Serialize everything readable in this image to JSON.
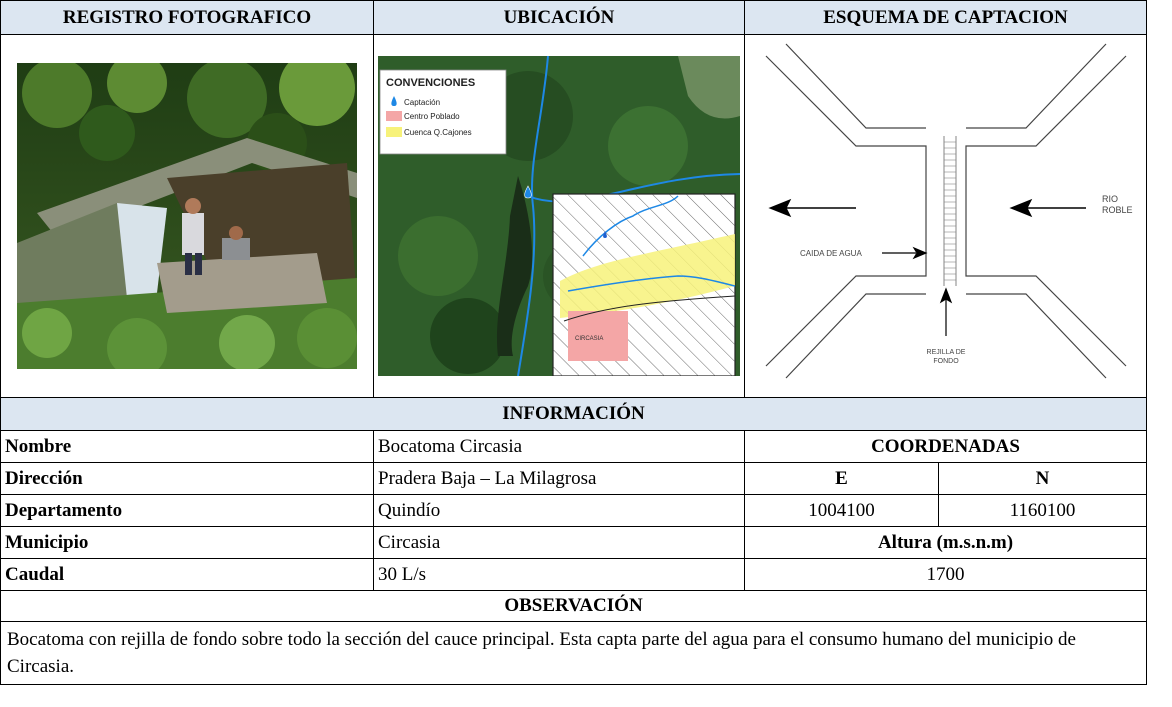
{
  "headers": {
    "photo": "REGISTRO FOTOGRAFICO",
    "location": "UBICACIÓN",
    "scheme": "ESQUEMA DE CAPTACION"
  },
  "map": {
    "legend_title": "CONVENCIONES",
    "legend_items": [
      "Captación",
      "Centro Poblado",
      "Cuenca Q.Cajones"
    ],
    "inset_label": "CIRCASIA",
    "colors": {
      "water": "#1e88e5",
      "town": "#f4a6a6",
      "basin": "#f7f27a",
      "vegetation": "#2f5d2a"
    }
  },
  "scheme": {
    "river_label_1": "RIO",
    "river_label_2": "ROBLE",
    "fall_label": "CAIDA DE AGUA",
    "grate_label_1": "REJILLA DE",
    "grate_label_2": "FONDO"
  },
  "info": {
    "section_title": "INFORMACIÓN",
    "rows": [
      {
        "label": "Nombre",
        "value": "Bocatoma Circasia"
      },
      {
        "label": "Dirección",
        "value": "Pradera Baja – La Milagrosa"
      },
      {
        "label": "Departamento",
        "value": "Quindío"
      },
      {
        "label": "Municipio",
        "value": "Circasia"
      },
      {
        "label": "Caudal",
        "value": "30 L/s"
      }
    ],
    "coords_title": "COORDENADAS",
    "coord_e_label": "E",
    "coord_n_label": "N",
    "coord_e_value": "1004100",
    "coord_n_value": "1160100",
    "altitude_title": "Altura (m.s.n.m)",
    "altitude_value": "1700"
  },
  "observation": {
    "title": "OBSERVACIÓN",
    "text": "Bocatoma con rejilla de fondo sobre todo la sección del cauce principal. Esta capta parte del agua para el consumo humano del municipio de Circasia."
  }
}
